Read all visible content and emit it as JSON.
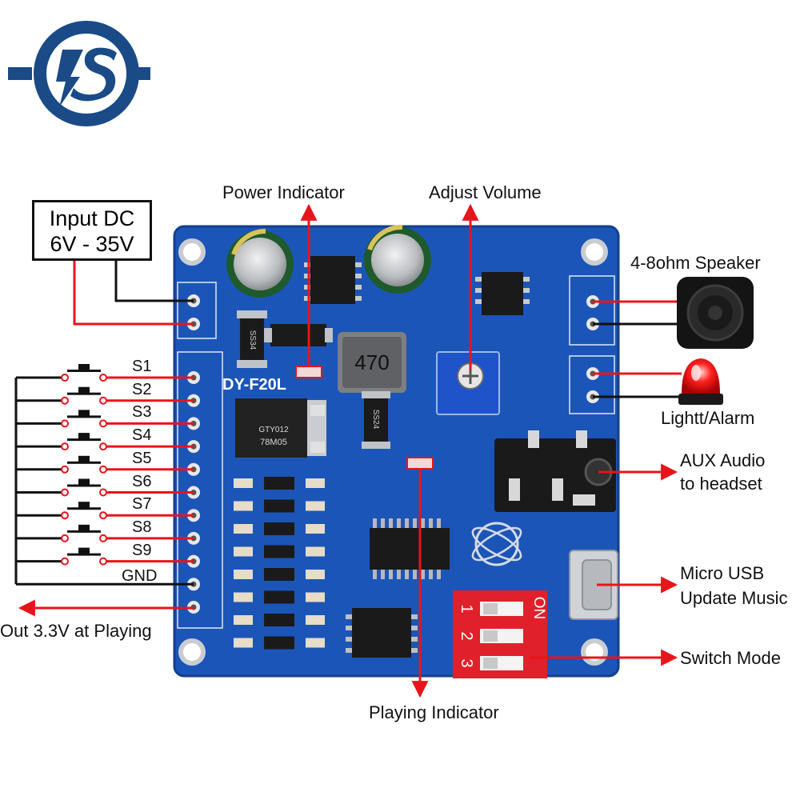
{
  "logo": {
    "name": "logo-icon",
    "text": "IS",
    "color": "#1a4b87"
  },
  "board": {
    "model": "DY-F20L",
    "inductor_code": "470",
    "regulator": "78M05",
    "regulator_top": "GTY012",
    "diode1": "SS34",
    "diode2": "SS24",
    "dip_on": "ON",
    "dip_numbers": [
      "1",
      "2",
      "3"
    ],
    "pcb_color": "#1c55b8",
    "dip_color": "#e0202a"
  },
  "labels": {
    "input_line1": "Input DC",
    "input_line2": "6V - 35V",
    "power_indicator": "Power Indicator",
    "adjust_volume": "Adjust Volume",
    "speaker": "4-8ohm Speaker",
    "light_alarm": "Lightt/Alarm",
    "aux_line1": "AUX Audio",
    "aux_line2": "to headset",
    "usb_line1": "Micro USB",
    "usb_line2": "Update Music",
    "switch_mode": "Switch Mode",
    "playing_indicator": "Playing Indicator",
    "out_playing": "Out 3.3V at Playing",
    "gnd": "GND"
  },
  "switches": [
    "S1",
    "S2",
    "S3",
    "S4",
    "S5",
    "S6",
    "S7",
    "S8",
    "S9"
  ],
  "colors": {
    "wire_red": "#e8141b",
    "wire_black": "#111111",
    "accent_blue": "#1f4fa8"
  }
}
